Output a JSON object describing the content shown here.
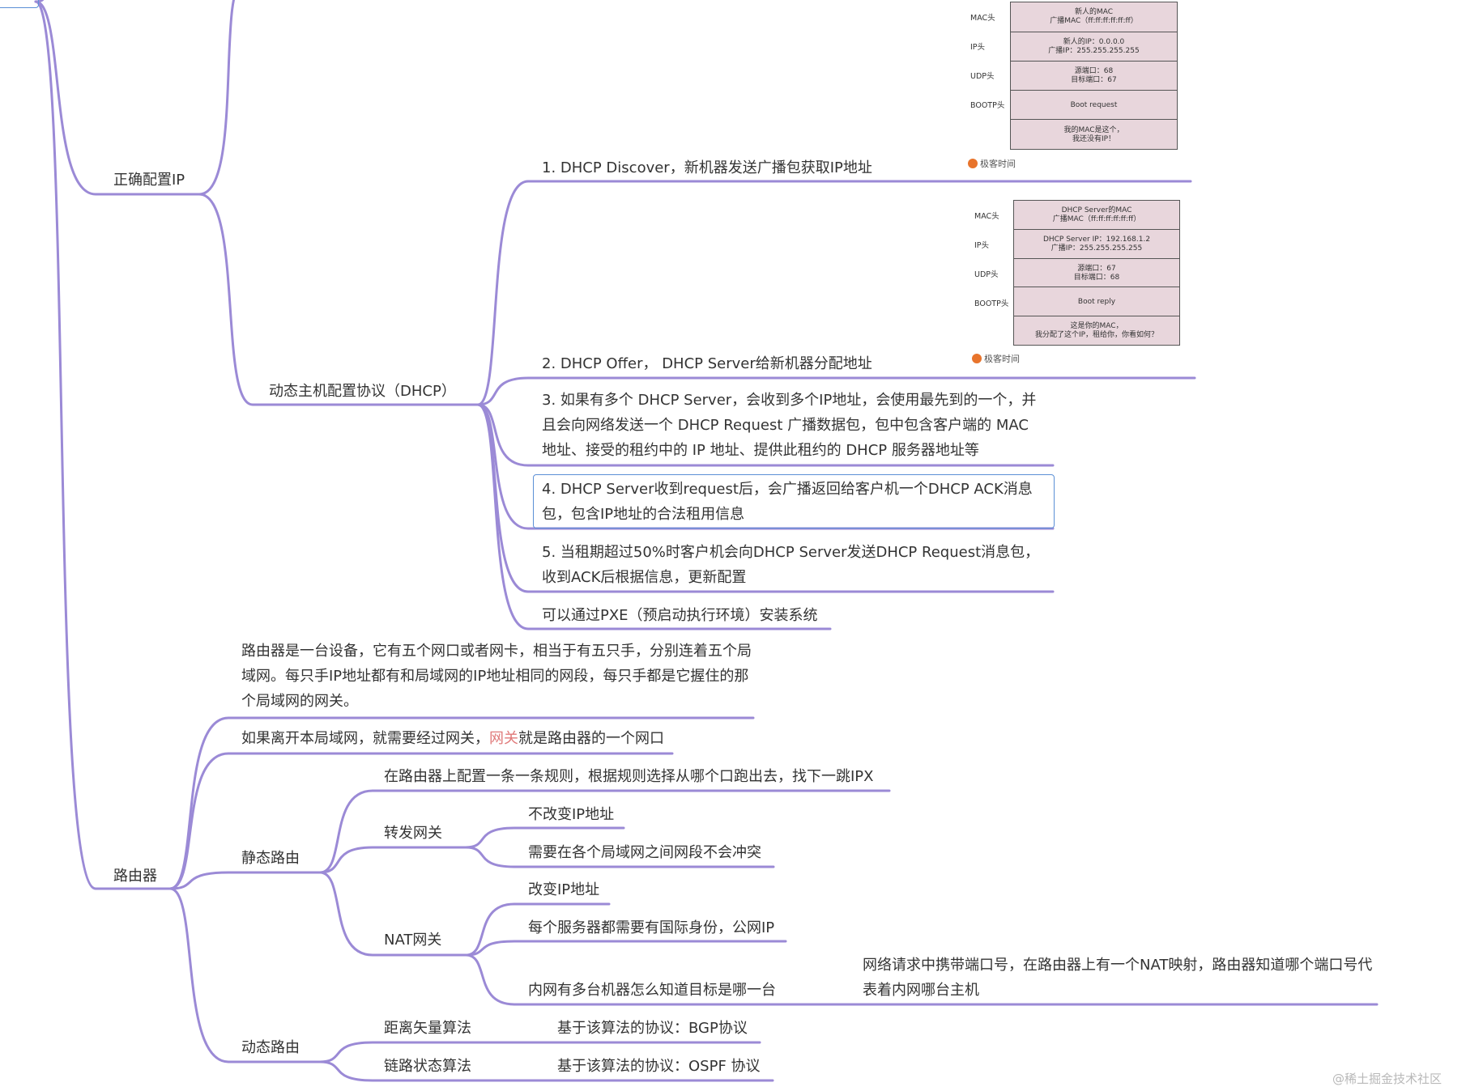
{
  "colors": {
    "branch": "#9b8ad6",
    "selection": "#5b8fd6",
    "highlight": "#e07a7a",
    "packet_fill": "#e8d6dc"
  },
  "nodes": {
    "ip_config": "正确配置IP",
    "dhcp": "动态主机配置协议（DHCP）",
    "dhcp_1": "1. DHCP Discover，新机器发送广播包获取IP地址",
    "dhcp_2": "2. DHCP Offer，  DHCP Server给新机器分配地址",
    "dhcp_3": "3. 如果有多个 DHCP Server，会收到多个IP地址，会使用最先到的一个，并且会向网络发送一个 DHCP Request 广播数据包，包中包含客户端的 MAC 地址、接受的租约中的 IP 地址、提供此租约的 DHCP 服务器地址等",
    "dhcp_4": "4. DHCP Server收到request后，会广播返回给客户机一个DHCP ACK消息包，包含IP地址的合法租用信息",
    "dhcp_5": "5. 当租期超过50%时客户机会向DHCP Server发送DHCP Request消息包，收到ACK后根据信息，更新配置",
    "dhcp_6": "可以通过PXE（预启动执行环境）安装系统",
    "router": "路由器",
    "router_desc": "路由器是一台设备，它有五个网口或者网卡，相当于有五只手，分别连着五个局域网。每只手IP地址都有和局域网的IP地址相同的网段，每只手都是它握住的那个局域网的网关。",
    "gateway_pre": "如果离开本局域网，就需要经过网关，",
    "gateway_hl": "网关",
    "gateway_post": "就是路由器的一个网口",
    "static_route": "静态路由",
    "static_rule": "在路由器上配置一条一条规则，根据规则选择从哪个口跑出去，找下一跳IPX",
    "forward_gw": "转发网关",
    "no_change_ip": "不改变IP地址",
    "no_conflict": "需要在各个局域网之间网段不会冲突",
    "nat_gw": "NAT网关",
    "change_ip": "改变IP地址",
    "public_ip": "每个服务器都需要有国际身份，公网IP",
    "which_host": "内网有多台机器怎么知道目标是哪一台",
    "nat_mapping": "网络请求中携带端口号，在路由器上有一个NAT映射，路由器知道哪个端口号代表着内网哪台主机",
    "dynamic_route": "动态路由",
    "distance_vector": "距离矢量算法",
    "bgp": "基于该算法的协议：BGP协议",
    "link_state": "链路状态算法",
    "ospf": "基于该算法的协议：OSPF 协议"
  },
  "packet_discover": {
    "labels": [
      "MAC头",
      "IP头",
      "UDP头",
      "BOOTP头"
    ],
    "cells": [
      [
        "新人的MAC",
        "广播MAC（ff:ff:ff:ff:ff:ff）"
      ],
      [
        "新人的IP：0.0.0.0",
        "广播IP：255.255.255.255"
      ],
      [
        "源端口：68",
        "目标端口：67"
      ],
      [
        "Boot request"
      ],
      [
        "我的MAC是这个，",
        "我还没有IP！"
      ]
    ],
    "brand": "极客时间"
  },
  "packet_offer": {
    "labels": [
      "MAC头",
      "IP头",
      "UDP头",
      "BOOTP头"
    ],
    "cells": [
      [
        "DHCP Server的MAC",
        "广播MAC（ff:ff:ff:ff:ff:ff）"
      ],
      [
        "DHCP Server IP：192.168.1.2",
        "广播IP：255.255.255.255"
      ],
      [
        "源端口：67",
        "目标端口：68"
      ],
      [
        "Boot reply"
      ],
      [
        "这是你的MAC，",
        "我分配了这个IP，租给你，你看如何？"
      ]
    ],
    "brand": "极客时间"
  },
  "watermark": "@稀土掘金技术社区"
}
